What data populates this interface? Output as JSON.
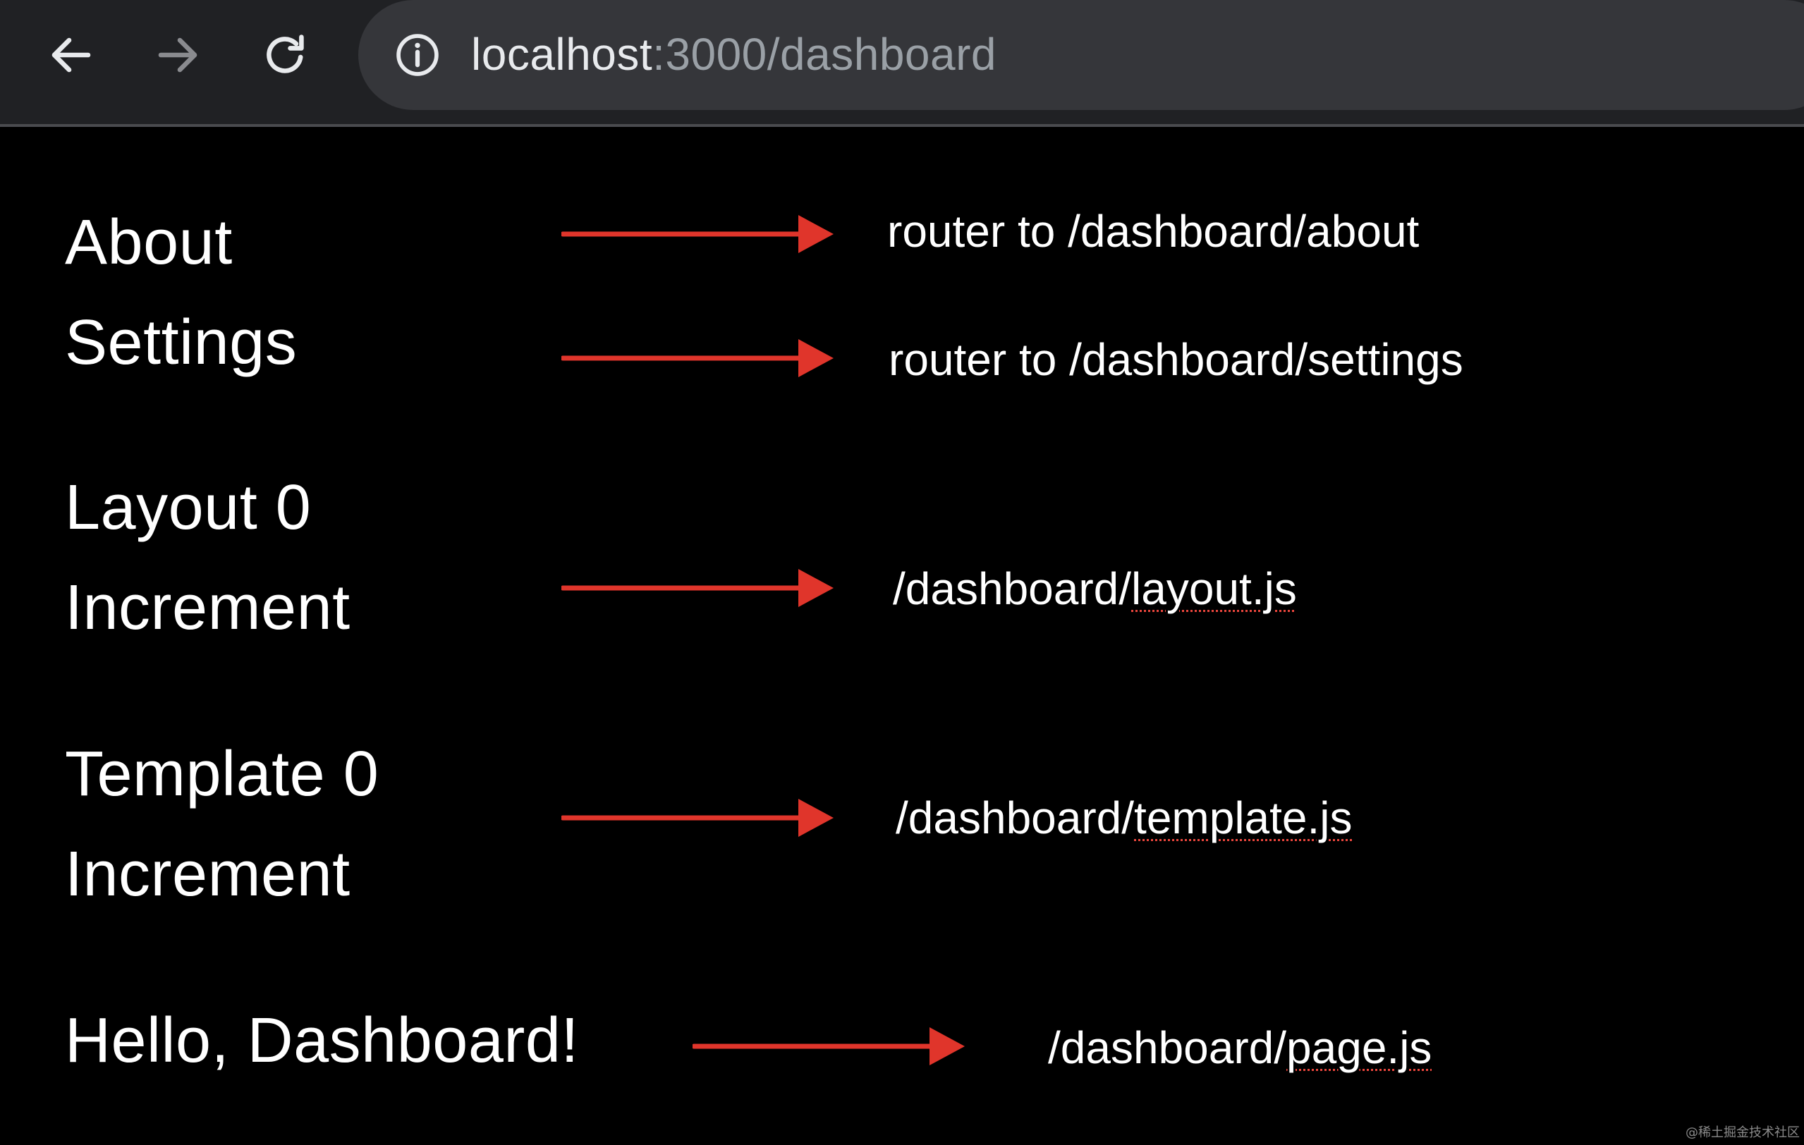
{
  "browser": {
    "url_host": "localhost",
    "url_rest": ":3000/dashboard",
    "icons": {
      "back": "arrow-left-icon",
      "forward": "arrow-right-icon",
      "reload": "reload-icon",
      "site_info": "info-icon"
    }
  },
  "app": {
    "links": [
      "About",
      "Settings"
    ],
    "layout": {
      "counter_text": "Layout 0",
      "button_label": "Increment"
    },
    "template": {
      "counter_text": "Template 0",
      "button_label": "Increment"
    },
    "heading": "Hello, Dashboard!"
  },
  "annotations": {
    "arrow_color": "#e0352b",
    "about": "router to /dashboard/about",
    "settings": "router to /dashboard/settings",
    "layout_prefix": "/dashboard/",
    "layout_file": "layout.js",
    "template_prefix": "/dashboard/",
    "template_file": "template.js",
    "page_prefix": "/dashboard/",
    "page_file": "page.js"
  },
  "watermark": "@稀土掘金技术社区"
}
